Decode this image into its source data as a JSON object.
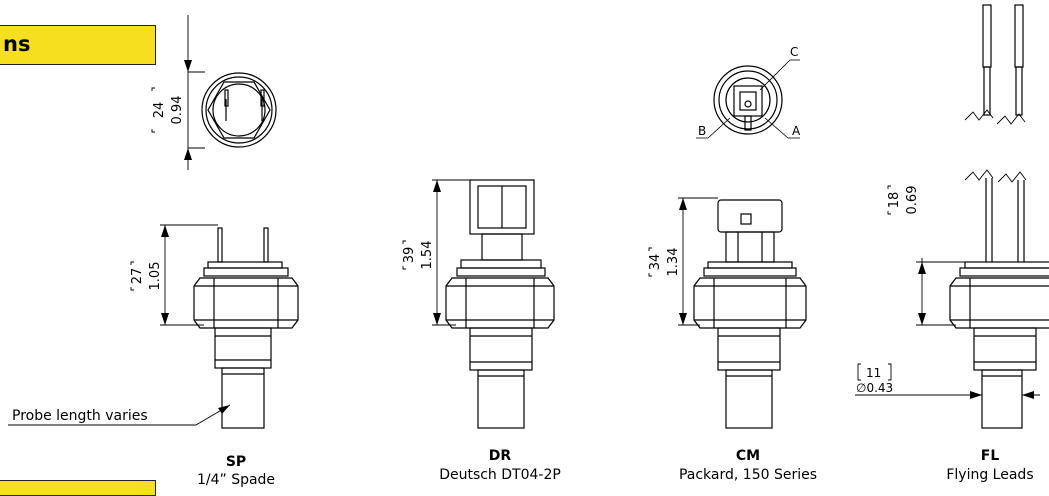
{
  "header": {
    "title_fragment": "ns"
  },
  "top_view": {
    "dim_mm": "24",
    "dim_in": "0.94"
  },
  "variants": [
    {
      "code": "SP",
      "desc": "1/4” Spade",
      "dim_mm": "27",
      "dim_in": "1.05"
    },
    {
      "code": "DR",
      "desc": "Deutsch DT04-2P",
      "dim_mm": "39",
      "dim_in": "1.54"
    },
    {
      "code": "CM",
      "desc": "Packard, 150 Series",
      "dim_mm": "34",
      "dim_in": "1.34"
    },
    {
      "code": "FL",
      "desc": "Flying Leads",
      "dim_mm": "18",
      "dim_in": "0.69"
    }
  ],
  "connector_pins": {
    "a": "A",
    "b": "B",
    "c": "C"
  },
  "probe_note": "Probe length varies",
  "probe_dia": {
    "mm": "11",
    "in": "∅0.43"
  },
  "colors": {
    "banner": "#f5df1f",
    "line": "#000000"
  }
}
